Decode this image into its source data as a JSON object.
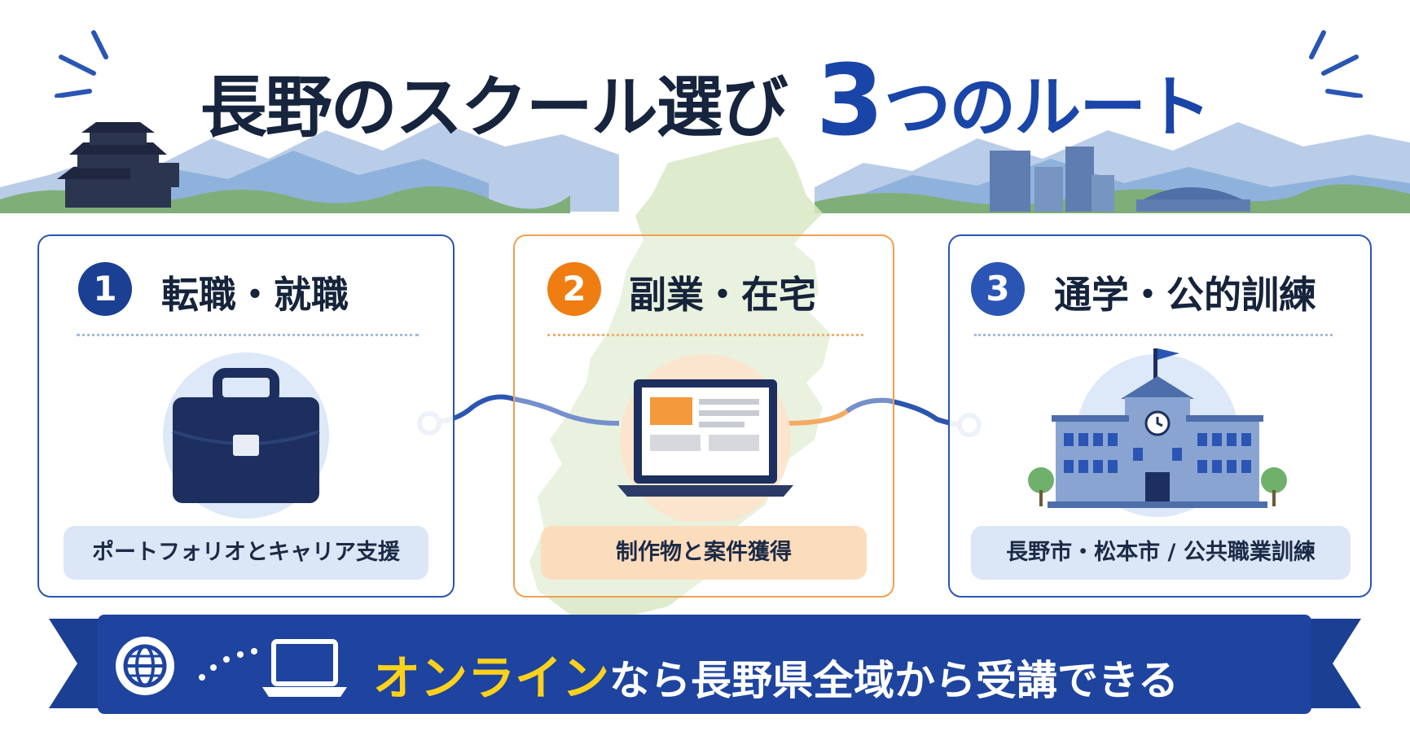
{
  "title": {
    "part1": "長野のスクール選び",
    "part2": "3",
    "part3": "つのルート"
  },
  "routes": [
    {
      "number": "1",
      "heading": "転職・就職",
      "pill": "ポートフォリオとキャリア支援",
      "icon": "briefcase-icon"
    },
    {
      "number": "2",
      "heading": "副業・在宅",
      "pill": "制作物と案件獲得",
      "icon": "laptop-icon"
    },
    {
      "number": "3",
      "heading": "通学・公的訓練",
      "pill": "長野市・松本市 / 公共職業訓練",
      "icon": "school-building-icon"
    }
  ],
  "banner": {
    "highlight": "オンライン",
    "text": "なら長野県全域から受講できる"
  },
  "colors": {
    "navy": "#1a3f93",
    "orange": "#f07d12",
    "blue": "#1a45a8",
    "yellow": "#ffd21a"
  }
}
